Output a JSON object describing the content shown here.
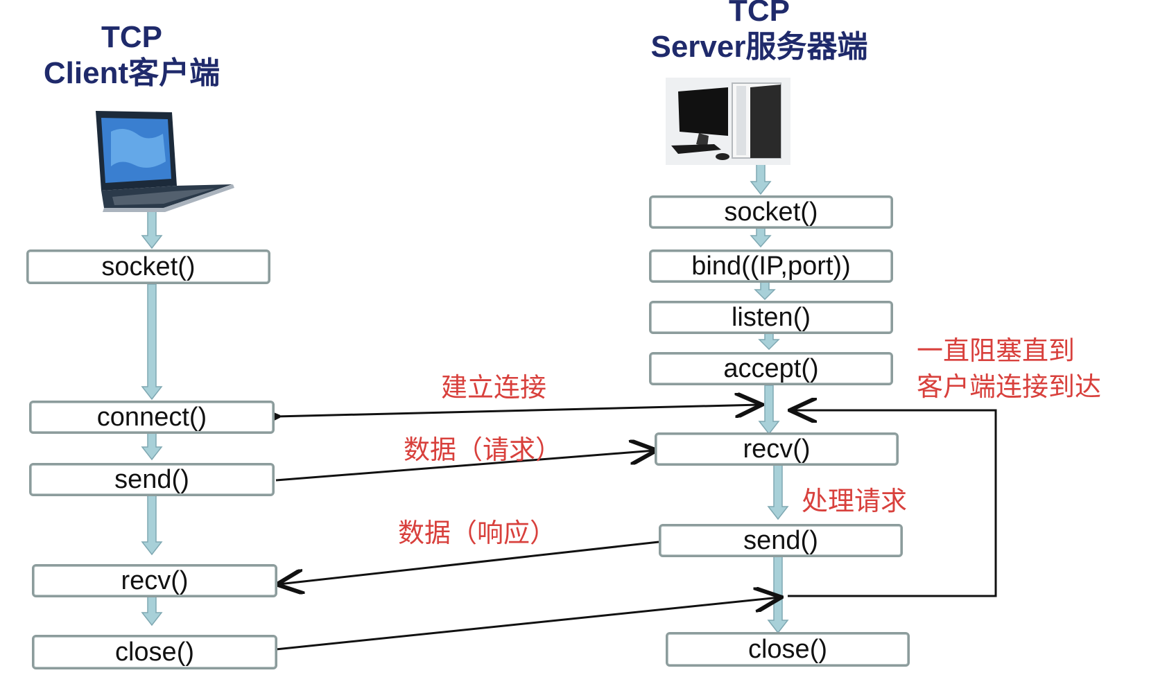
{
  "client": {
    "title_line1": "TCP",
    "title_line2": "Client客户端",
    "steps": [
      "socket()",
      "connect()",
      "send()",
      "recv()",
      "close()"
    ]
  },
  "server": {
    "title_line1": "TCP",
    "title_line2": "Server服务器端",
    "steps": [
      "socket()",
      "bind((IP,port))",
      "listen()",
      "accept()",
      "recv()",
      "send()",
      "close()"
    ]
  },
  "annotations": {
    "connect": "建立连接",
    "request": "数据（请求）",
    "response": "数据（响应）",
    "process": "处理请求",
    "block_line1": "一直阻塞直到",
    "block_line2": "客户端连接到达"
  },
  "icons": {
    "client": "laptop-icon",
    "server": "desktop-computer-icon"
  },
  "colors": {
    "title": "#1f2a6b",
    "annotation": "#d8403c",
    "flow_arrow": "#a8d0d8",
    "box_border": "#8c9c9c"
  }
}
